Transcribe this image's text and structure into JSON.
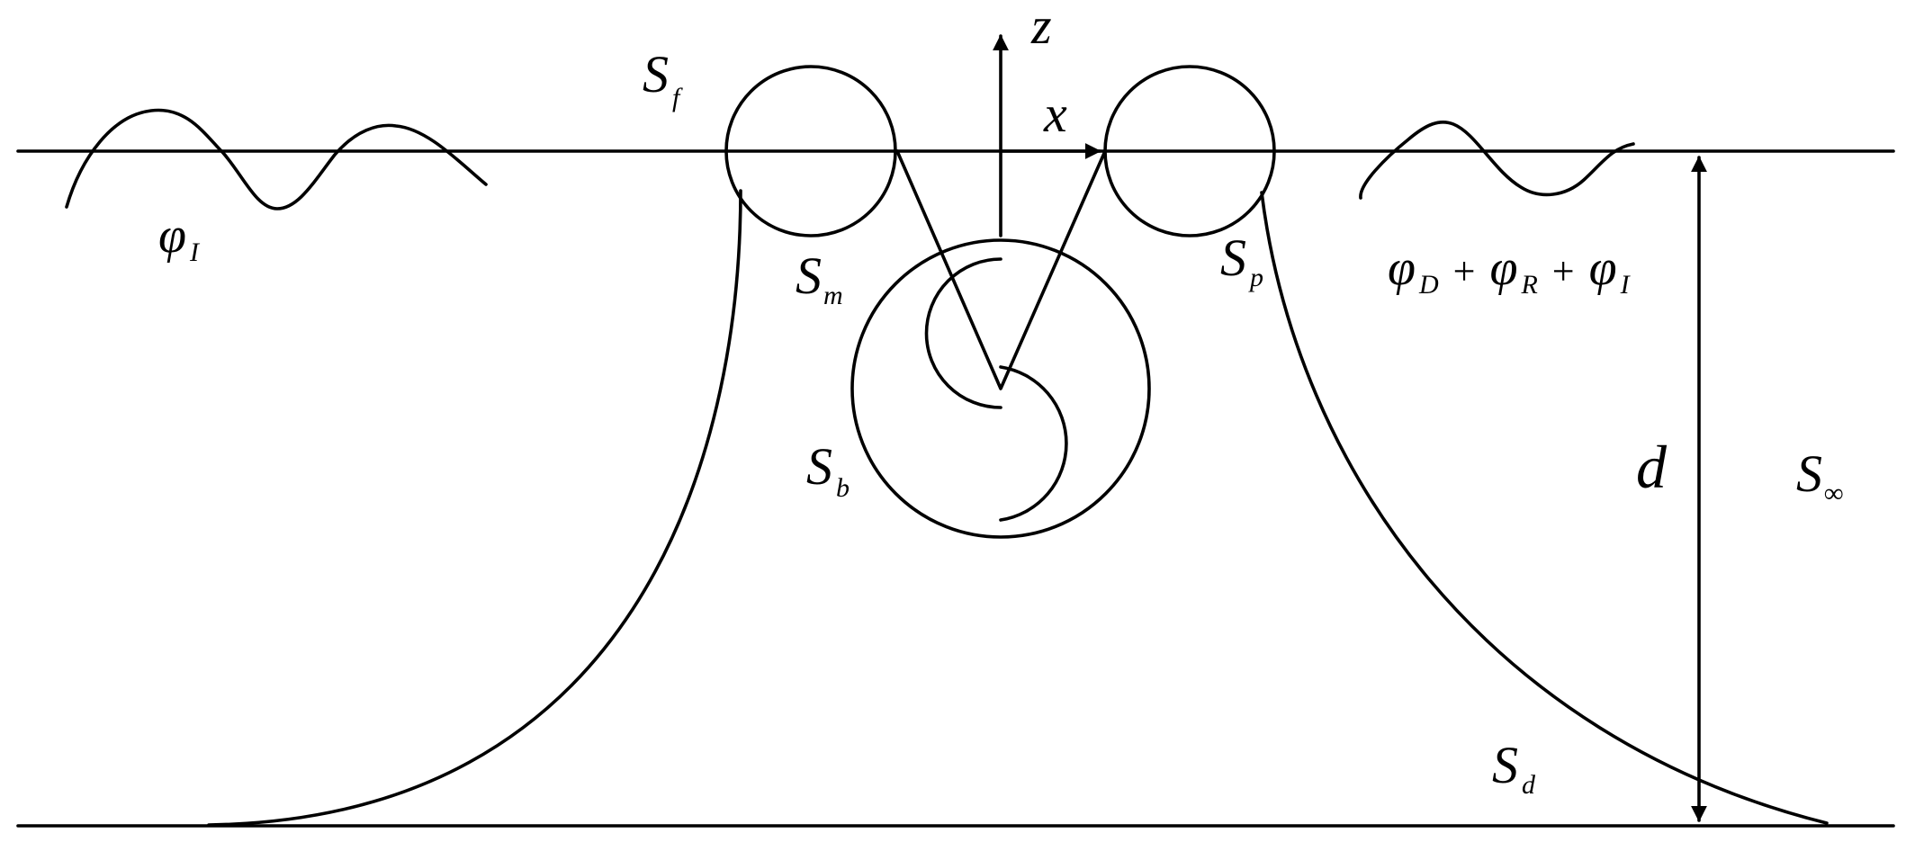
{
  "labels": {
    "z": "z",
    "x": "x",
    "s_f": {
      "base": "S",
      "sub": "f"
    },
    "s_m": {
      "base": "S",
      "sub": "m"
    },
    "s_p": {
      "base": "S",
      "sub": "p"
    },
    "s_b": {
      "base": "S",
      "sub": "b"
    },
    "s_d": {
      "base": "S",
      "sub": "d"
    },
    "s_inf": {
      "base": "S",
      "sub": "∞"
    },
    "phi_i": {
      "base": "φ",
      "sub": "I"
    },
    "phi_sum": {
      "t1": "φ",
      "s1": "D",
      "plus1": "+",
      "t2": "φ",
      "s2": "R",
      "plus2": "+",
      "t3": "φ",
      "s3": "I"
    },
    "d": "d"
  }
}
